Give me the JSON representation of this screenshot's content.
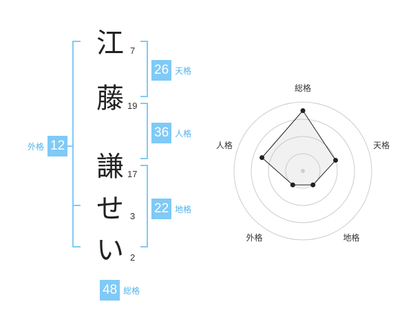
{
  "name_chars": [
    {
      "char": "江",
      "strokes": "7"
    },
    {
      "char": "藤",
      "strokes": "19"
    },
    {
      "char": "謙",
      "strokes": "17"
    },
    {
      "char": "せ",
      "strokes": "3"
    },
    {
      "char": "い",
      "strokes": "2"
    }
  ],
  "kaku": {
    "tenkaku": {
      "value": "26",
      "label": "天格"
    },
    "jinkaku": {
      "value": "36",
      "label": "人格"
    },
    "chikaku": {
      "value": "22",
      "label": "地格"
    },
    "gaikaku": {
      "value": "12",
      "label": "外格"
    },
    "soukaku": {
      "value": "48",
      "label": "総格"
    }
  },
  "colors": {
    "accent": "#7fcaf6",
    "accent_text": "#53b3ec"
  },
  "chart_data": {
    "type": "radar",
    "axes": [
      "総格",
      "天格",
      "地格",
      "外格",
      "人格"
    ],
    "levels": 4,
    "values": [
      3.5,
      2,
      1,
      1,
      2.5
    ],
    "max": 4
  }
}
